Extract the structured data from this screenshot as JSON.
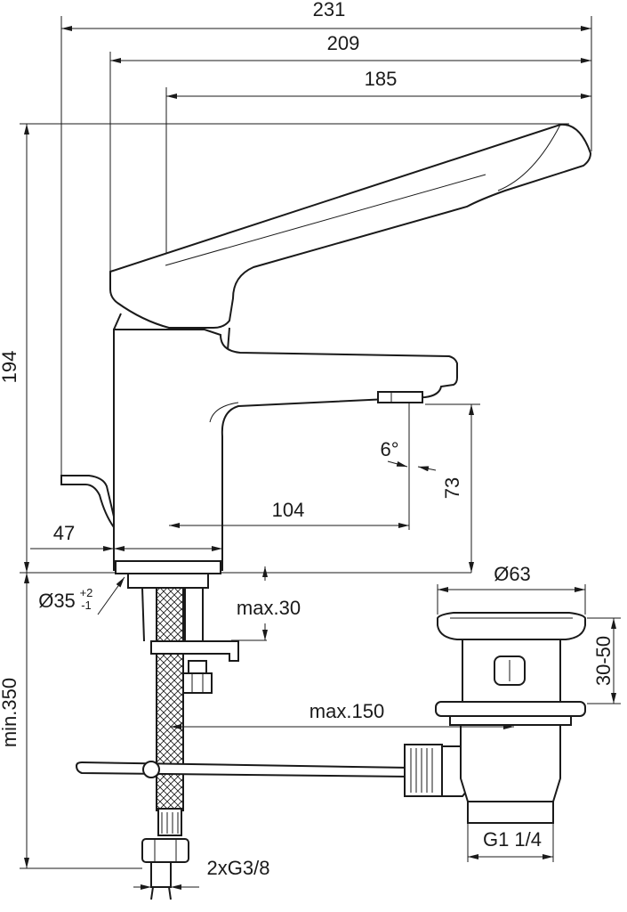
{
  "dimensions": {
    "overall_width_1": "231",
    "overall_width_2": "209",
    "lever_width": "185",
    "height": "194",
    "spout_reach": "104",
    "body_offset": "47",
    "spout_height": "73",
    "angle": "6°",
    "hole_diameter": "Ø35",
    "hole_tol_plus": "+2",
    "hole_tol_minus": "-1",
    "deck_thickness": "max.30",
    "pop_up_reach": "max.150",
    "min_length": "min.350",
    "waste_diameter": "Ø63",
    "waste_range": "30-50",
    "waste_thread": "G1 1/4",
    "connection": "2xG3/8"
  }
}
